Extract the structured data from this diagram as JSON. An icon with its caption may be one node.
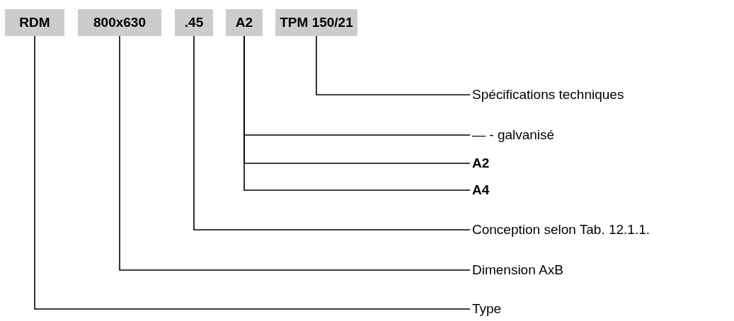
{
  "diagram": {
    "nodes": [
      {
        "text": [
          "RDM"
        ]
      },
      {
        "text": [
          "800x630"
        ]
      },
      {
        "text": [
          ".45"
        ]
      },
      {
        "text": [
          "A2"
        ]
      },
      {
        "text": [
          "TPM 150/21"
        ]
      },
      {
        "text": [
          "Spécifications techniques"
        ]
      },
      {
        "text": [
          "— - galvanisé"
        ]
      },
      {
        "text": [
          "A2"
        ]
      },
      {
        "text": [
          "A4"
        ]
      },
      {
        "text": [
          "Conception selon Tab. 12.1.1."
        ]
      },
      {
        "text": [
          "Dimension AxB"
        ]
      },
      {
        "text": [
          "Type"
        ]
      }
    ],
    "edges": [
      {
        "from": 4,
        "to": 5,
        "arrow": "none"
      },
      {
        "from": 3,
        "to": 6,
        "arrow": "none"
      },
      {
        "from": 3,
        "to": 7,
        "arrow": "none"
      },
      {
        "from": 3,
        "to": 8,
        "arrow": "none"
      },
      {
        "from": 2,
        "to": 9,
        "arrow": "none"
      },
      {
        "from": 1,
        "to": 10,
        "arrow": "none"
      },
      {
        "from": 0,
        "to": 11,
        "arrow": "none"
      }
    ]
  }
}
